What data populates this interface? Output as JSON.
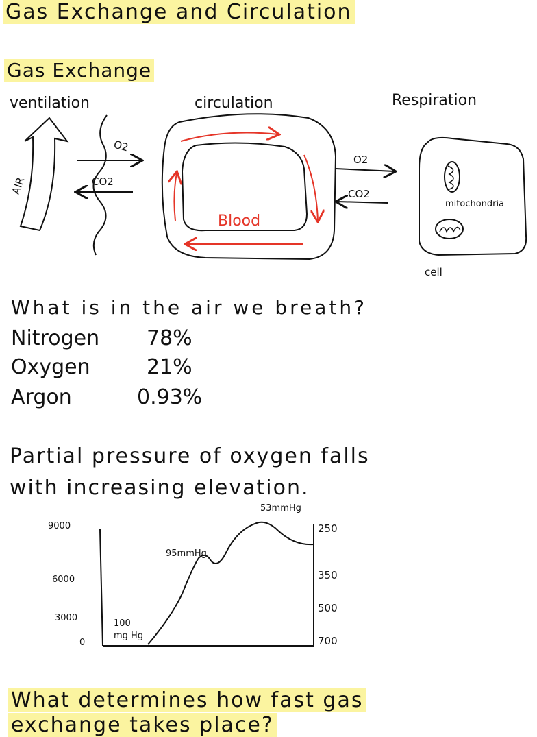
{
  "title": "Gas Exchange and Circulation",
  "section_heading": "Gas Exchange",
  "diagram": {
    "ventilation": "ventilation",
    "circulation": "circulation",
    "respiration": "Respiration",
    "air": "AIR",
    "o2_left": "O2",
    "co2_left": "CO2",
    "blood": "Blood",
    "o2_right": "O2",
    "co2_right": "CO2",
    "mitochondria": "mitochondria",
    "cell": "cell",
    "colors": {
      "blood_arrows": "#e53528",
      "highlight": "#fbf4a0"
    }
  },
  "air_question": "What is in the air we breath?",
  "air_composition": [
    {
      "gas": "Nitrogen",
      "percent": "78%"
    },
    {
      "gas": "Oxygen",
      "percent": "21%"
    },
    {
      "gas": "Argon",
      "percent": "0.93%"
    }
  ],
  "partial_pressure": {
    "line1": "Partial pressure of oxygen falls",
    "line2": "with increasing elevation."
  },
  "graph": {
    "left_ticks": [
      "9000",
      "6000",
      "3000",
      "0"
    ],
    "right_ticks": [
      "250",
      "350",
      "500",
      "700"
    ],
    "annotations": {
      "peak": "53mmHg",
      "mid": "95mmHg",
      "low_1": "100",
      "low_2": "mg Hg"
    }
  },
  "closing_question": {
    "line1": "What determines how fast gas",
    "line2": "exchange takes place?"
  }
}
